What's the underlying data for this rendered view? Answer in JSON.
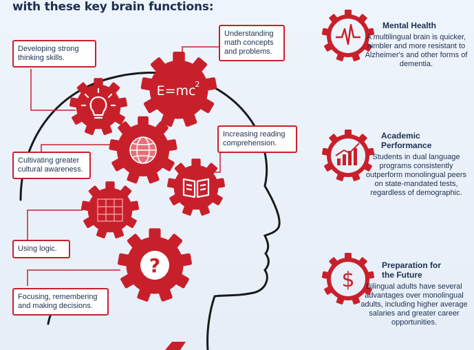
{
  "header": {
    "title": "with these key brain functions:"
  },
  "gears": {
    "formula": "E=mc",
    "formula_sup": "2",
    "question": "?"
  },
  "labels": {
    "thinking": "Developing strong thinking skills.",
    "math": "Understanding math concepts and problems.",
    "reading": "Increasing reading comprehension.",
    "cultural": "Cultivating greater cultural awareness.",
    "logic": "Using logic.",
    "focus": "Focusing, remembering and making decisions."
  },
  "benefits": [
    {
      "title": "Mental Health",
      "icon": "heartbeat-icon",
      "text": "A multilingual brain is quicker, nimbler and more resistant to Alzheimer's and other forms of dementia."
    },
    {
      "title": "Academic Performance",
      "icon": "growth-chart-icon",
      "text": "Students in dual language programs consistently outperform monolingual peers on state-mandated tests, regardless of demographic."
    },
    {
      "title": "Preparation for the Future",
      "icon": "dollar-icon",
      "text": "Bilingual adults have several advantages over monolingual adults, including higher average salaries and greater career opportunities."
    }
  ],
  "colors": {
    "accent": "#c8202b",
    "text": "#1d2f4f",
    "outline": "#1a1a1a"
  }
}
